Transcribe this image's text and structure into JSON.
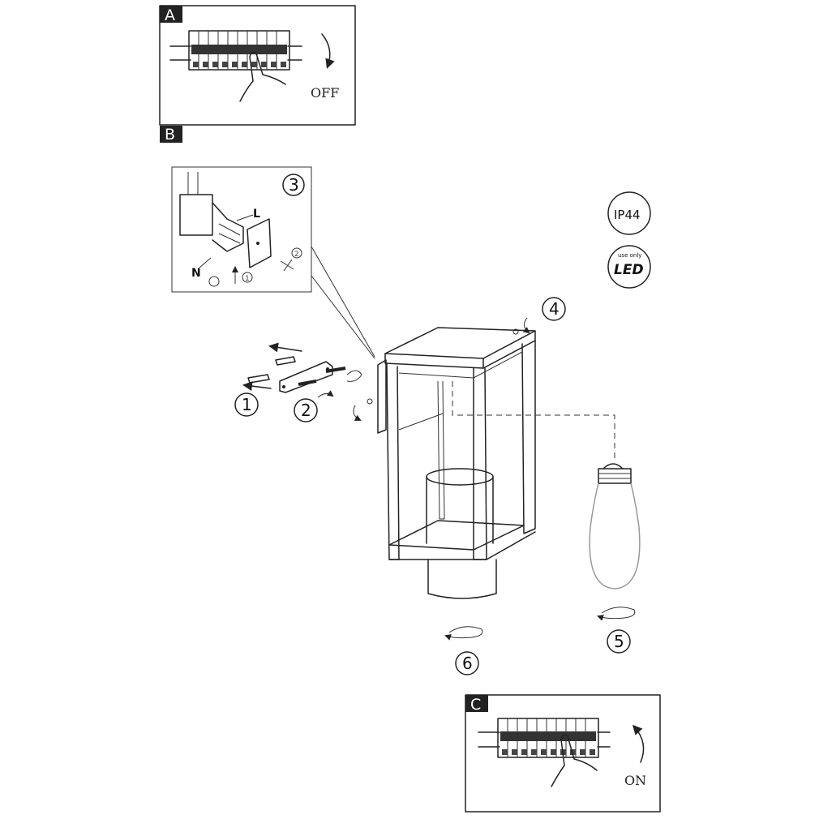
{
  "panels": {
    "a": {
      "tag": "A",
      "label": "OFF"
    },
    "b": {
      "tag": "B"
    },
    "c": {
      "tag": "C",
      "label": "ON"
    }
  },
  "wiring": {
    "step": "3",
    "live": "L",
    "neutral": "N",
    "sub_step_1": "1",
    "sub_step_2": "2"
  },
  "badges": {
    "ip_rating": "IP44",
    "led_top": "use only",
    "led_main": "LED"
  },
  "steps": {
    "s1": "1",
    "s2": "2",
    "s4": "4",
    "s5": "5",
    "s6": "6"
  },
  "colors": {
    "line": "#222222",
    "tag_bg": "#222222",
    "background": "#ffffff"
  }
}
